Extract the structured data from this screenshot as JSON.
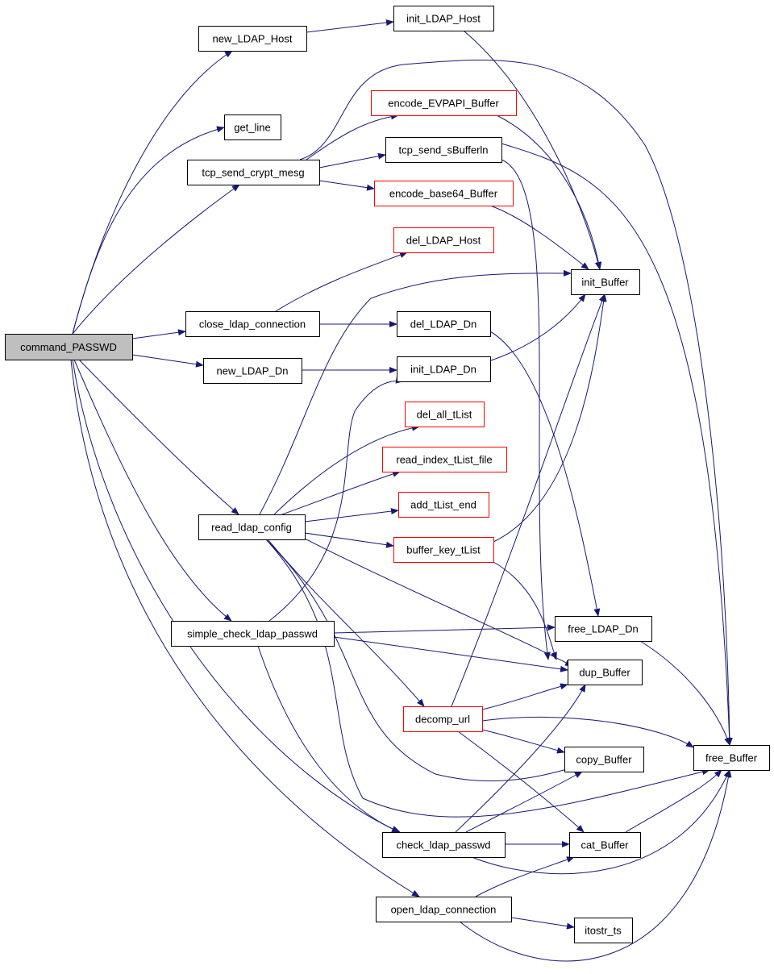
{
  "colors": {
    "edge": "#191970",
    "node_border": "#000000",
    "node_border_truncated": "#ff0000",
    "root_fill": "#bfbfbf",
    "node_fill": "#ffffff"
  },
  "nodes": {
    "command_PASSWD": {
      "label": "command_PASSWD",
      "kind": "root"
    },
    "new_LDAP_Host": {
      "label": "new_LDAP_Host",
      "kind": "normal"
    },
    "init_LDAP_Host": {
      "label": "init_LDAP_Host",
      "kind": "normal"
    },
    "get_line": {
      "label": "get_line",
      "kind": "normal"
    },
    "tcp_send_crypt_mesg": {
      "label": "tcp_send_crypt_mesg",
      "kind": "normal"
    },
    "encode_EVPAPI_Buffer": {
      "label": "encode_EVPAPI_Buffer",
      "kind": "truncated"
    },
    "tcp_send_sBufferln": {
      "label": "tcp_send_sBufferln",
      "kind": "normal"
    },
    "encode_base64_Buffer": {
      "label": "encode_base64_Buffer",
      "kind": "truncated"
    },
    "del_LDAP_Host": {
      "label": "del_LDAP_Host",
      "kind": "truncated"
    },
    "init_Buffer": {
      "label": "init_Buffer",
      "kind": "normal"
    },
    "close_ldap_connection": {
      "label": "close_ldap_connection",
      "kind": "normal"
    },
    "del_LDAP_Dn": {
      "label": "del_LDAP_Dn",
      "kind": "normal"
    },
    "new_LDAP_Dn": {
      "label": "new_LDAP_Dn",
      "kind": "normal"
    },
    "init_LDAP_Dn": {
      "label": "init_LDAP_Dn",
      "kind": "normal"
    },
    "del_all_tList": {
      "label": "del_all_tList",
      "kind": "truncated"
    },
    "read_index_tList_file": {
      "label": "read_index_tList_file",
      "kind": "truncated"
    },
    "add_tList_end": {
      "label": "add_tList_end",
      "kind": "truncated"
    },
    "read_ldap_config": {
      "label": "read_ldap_config",
      "kind": "normal"
    },
    "buffer_key_tList": {
      "label": "buffer_key_tList",
      "kind": "truncated"
    },
    "simple_check_ldap_passwd": {
      "label": "simple_check_ldap_passwd",
      "kind": "normal"
    },
    "free_LDAP_Dn": {
      "label": "free_LDAP_Dn",
      "kind": "normal"
    },
    "dup_Buffer": {
      "label": "dup_Buffer",
      "kind": "normal"
    },
    "decomp_url": {
      "label": "decomp_url",
      "kind": "truncated"
    },
    "free_Buffer": {
      "label": "free_Buffer",
      "kind": "normal"
    },
    "copy_Buffer": {
      "label": "copy_Buffer",
      "kind": "normal"
    },
    "check_ldap_passwd": {
      "label": "check_ldap_passwd",
      "kind": "normal"
    },
    "cat_Buffer": {
      "label": "cat_Buffer",
      "kind": "normal"
    },
    "open_ldap_connection": {
      "label": "open_ldap_connection",
      "kind": "normal"
    },
    "itostr_ts": {
      "label": "itostr_ts",
      "kind": "normal"
    }
  },
  "edges": [
    [
      "command_PASSWD",
      "new_LDAP_Host"
    ],
    [
      "command_PASSWD",
      "get_line"
    ],
    [
      "command_PASSWD",
      "tcp_send_crypt_mesg"
    ],
    [
      "command_PASSWD",
      "close_ldap_connection"
    ],
    [
      "command_PASSWD",
      "new_LDAP_Dn"
    ],
    [
      "command_PASSWD",
      "read_ldap_config"
    ],
    [
      "command_PASSWD",
      "simple_check_ldap_passwd"
    ],
    [
      "command_PASSWD",
      "check_ldap_passwd"
    ],
    [
      "command_PASSWD",
      "open_ldap_connection"
    ],
    [
      "new_LDAP_Host",
      "init_LDAP_Host"
    ],
    [
      "init_LDAP_Host",
      "init_Buffer"
    ],
    [
      "tcp_send_crypt_mesg",
      "encode_EVPAPI_Buffer"
    ],
    [
      "tcp_send_crypt_mesg",
      "tcp_send_sBufferln"
    ],
    [
      "tcp_send_crypt_mesg",
      "encode_base64_Buffer"
    ],
    [
      "tcp_send_crypt_mesg",
      "free_Buffer"
    ],
    [
      "encode_EVPAPI_Buffer",
      "init_Buffer"
    ],
    [
      "tcp_send_sBufferln",
      "dup_Buffer"
    ],
    [
      "tcp_send_sBufferln",
      "free_Buffer"
    ],
    [
      "encode_base64_Buffer",
      "init_Buffer"
    ],
    [
      "close_ldap_connection",
      "del_LDAP_Host"
    ],
    [
      "close_ldap_connection",
      "del_LDAP_Dn"
    ],
    [
      "del_LDAP_Dn",
      "free_LDAP_Dn"
    ],
    [
      "new_LDAP_Dn",
      "init_LDAP_Dn"
    ],
    [
      "init_LDAP_Dn",
      "init_Buffer"
    ],
    [
      "read_ldap_config",
      "init_Buffer"
    ],
    [
      "read_ldap_config",
      "del_all_tList"
    ],
    [
      "read_ldap_config",
      "read_index_tList_file"
    ],
    [
      "read_ldap_config",
      "add_tList_end"
    ],
    [
      "read_ldap_config",
      "buffer_key_tList"
    ],
    [
      "read_ldap_config",
      "dup_Buffer"
    ],
    [
      "read_ldap_config",
      "decomp_url"
    ],
    [
      "read_ldap_config",
      "copy_Buffer"
    ],
    [
      "read_ldap_config",
      "free_Buffer"
    ],
    [
      "buffer_key_tList",
      "init_Buffer"
    ],
    [
      "buffer_key_tList",
      "dup_Buffer"
    ],
    [
      "simple_check_ldap_passwd",
      "init_LDAP_Dn"
    ],
    [
      "simple_check_ldap_passwd",
      "free_LDAP_Dn"
    ],
    [
      "simple_check_ldap_passwd",
      "dup_Buffer"
    ],
    [
      "simple_check_ldap_passwd",
      "check_ldap_passwd"
    ],
    [
      "free_LDAP_Dn",
      "free_Buffer"
    ],
    [
      "decomp_url",
      "init_Buffer"
    ],
    [
      "decomp_url",
      "dup_Buffer"
    ],
    [
      "decomp_url",
      "free_Buffer"
    ],
    [
      "decomp_url",
      "copy_Buffer"
    ],
    [
      "decomp_url",
      "cat_Buffer"
    ],
    [
      "check_ldap_passwd",
      "dup_Buffer"
    ],
    [
      "check_ldap_passwd",
      "copy_Buffer"
    ],
    [
      "check_ldap_passwd",
      "cat_Buffer"
    ],
    [
      "check_ldap_passwd",
      "free_Buffer"
    ],
    [
      "cat_Buffer",
      "free_Buffer"
    ],
    [
      "open_ldap_connection",
      "cat_Buffer"
    ],
    [
      "open_ldap_connection",
      "itostr_ts"
    ],
    [
      "open_ldap_connection",
      "free_Buffer"
    ]
  ]
}
